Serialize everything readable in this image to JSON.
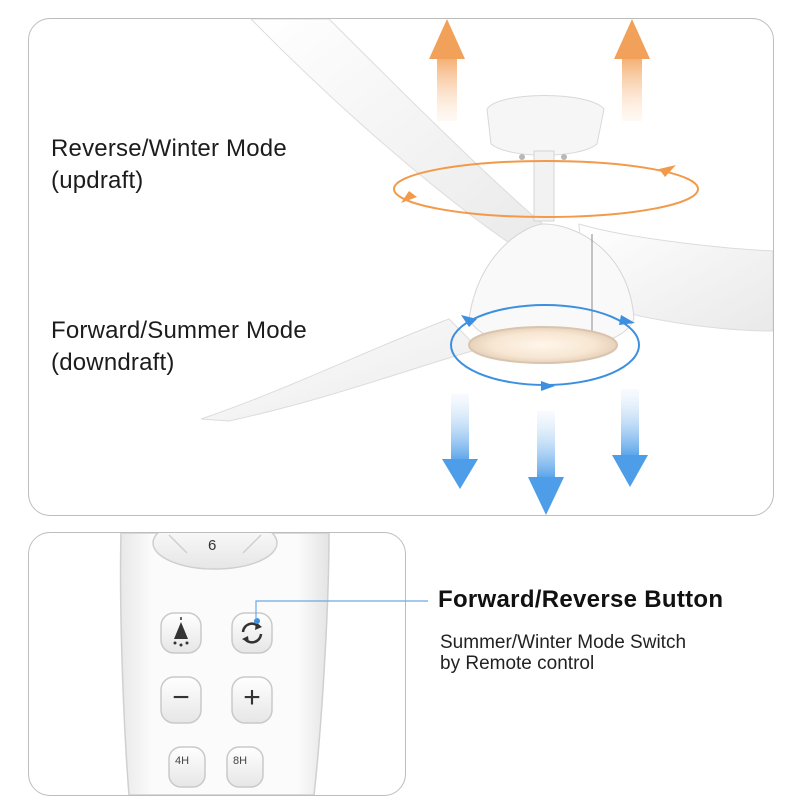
{
  "top": {
    "winter_line1": "Reverse/Winter Mode",
    "winter_line2": "(updraft)",
    "summer_line1": "Forward/Summer Mode",
    "summer_line2": "(downdraft)"
  },
  "remote": {
    "top_key_label": "6",
    "light_icon": "light-bulb-icon",
    "reverse_icon": "reverse-arrows-icon",
    "minus_label": "−",
    "plus_label": "+",
    "partial_left_label": "4H",
    "partial_right_label": "8H"
  },
  "callout": {
    "title": "Forward/Reverse Button",
    "subtitle_line1": "Summer/Winter Mode Switch",
    "subtitle_line2": "by Remote control"
  },
  "colors": {
    "updraft_arrow": "#f2a15a",
    "downdraft_arrow": "#5aa7ea",
    "rotation_orange": "#f29a4a",
    "rotation_blue": "#3d8fe0",
    "leader_line": "#6aa9e6"
  }
}
